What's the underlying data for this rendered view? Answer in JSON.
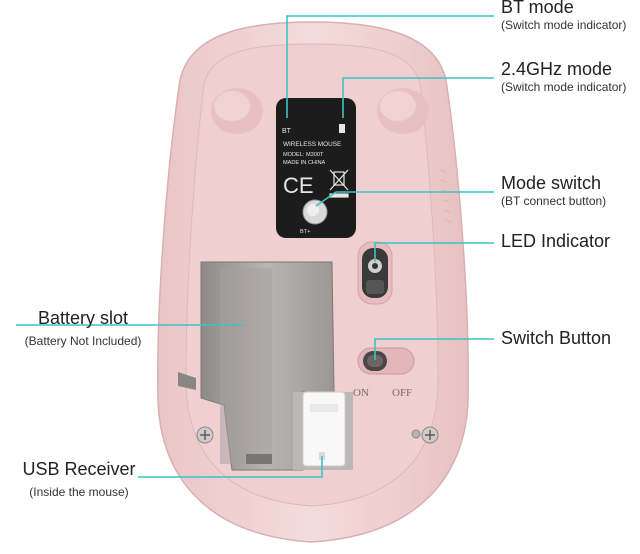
{
  "callouts": {
    "bt_mode": {
      "title": "BT mode",
      "subtitle": "(Switch mode indicator)"
    },
    "ghz_mode": {
      "title": "2.4GHz mode",
      "subtitle": "(Switch mode indicator)"
    },
    "mode_switch": {
      "title": "Mode switch",
      "subtitle": "(BT connect button)"
    },
    "led": {
      "title": "LED Indicator"
    },
    "switch_button": {
      "title": "Switch Button"
    },
    "battery_slot": {
      "title": "Battery slot",
      "subtitle": "(Battery Not Included)"
    },
    "usb_receiver": {
      "title": "USB Receiver",
      "subtitle": "(Inside the mouse)"
    }
  },
  "device_label": {
    "bt": "BT",
    "brand": "WIRELESS MOUSE",
    "model": "MODEL: M300T",
    "origin": "MADE IN CHINA",
    "ce": "CE",
    "button_caption": "BT+"
  },
  "power_switch": {
    "on": "ON",
    "off": "OFF"
  },
  "colors": {
    "shell": "#f1d4d4",
    "shell_inner": "#e9c3c4",
    "bay": "#a8a4a4",
    "label": "#1c1c1c",
    "leader": "#3cc4c4"
  }
}
